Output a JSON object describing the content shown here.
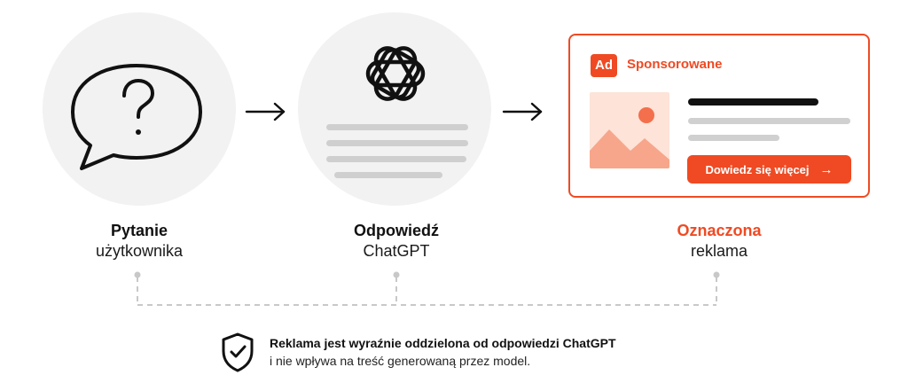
{
  "steps": [
    {
      "title": "Pytanie",
      "subtitle": "użytkownika",
      "icon": "speech-bubble-question-icon"
    },
    {
      "title": "Odpowiedź",
      "subtitle": "ChatGPT",
      "icon": "openai-logo-icon"
    },
    {
      "title": "Oznaczona",
      "subtitle": "reklama",
      "icon": "ad-card"
    }
  ],
  "ad": {
    "badge": "Ad",
    "sponsored_label": "Sponsorowane",
    "cta_label": "Dowiedz się więcej",
    "cta_arrow": "→",
    "image_icon": "image-placeholder-icon"
  },
  "note": {
    "line1": "Reklama jest wyraźnie oddzielona od odpowiedzi ChatGPT",
    "line2": "i nie wpływa na treść generowaną przez model.",
    "icon": "shield-check-icon"
  },
  "colors": {
    "accent": "#ef4a23",
    "circle_bg": "#f2f2f2",
    "text": "#111111",
    "placeholder_lines": "#cfcfcf",
    "connector": "#c8c8c8"
  }
}
